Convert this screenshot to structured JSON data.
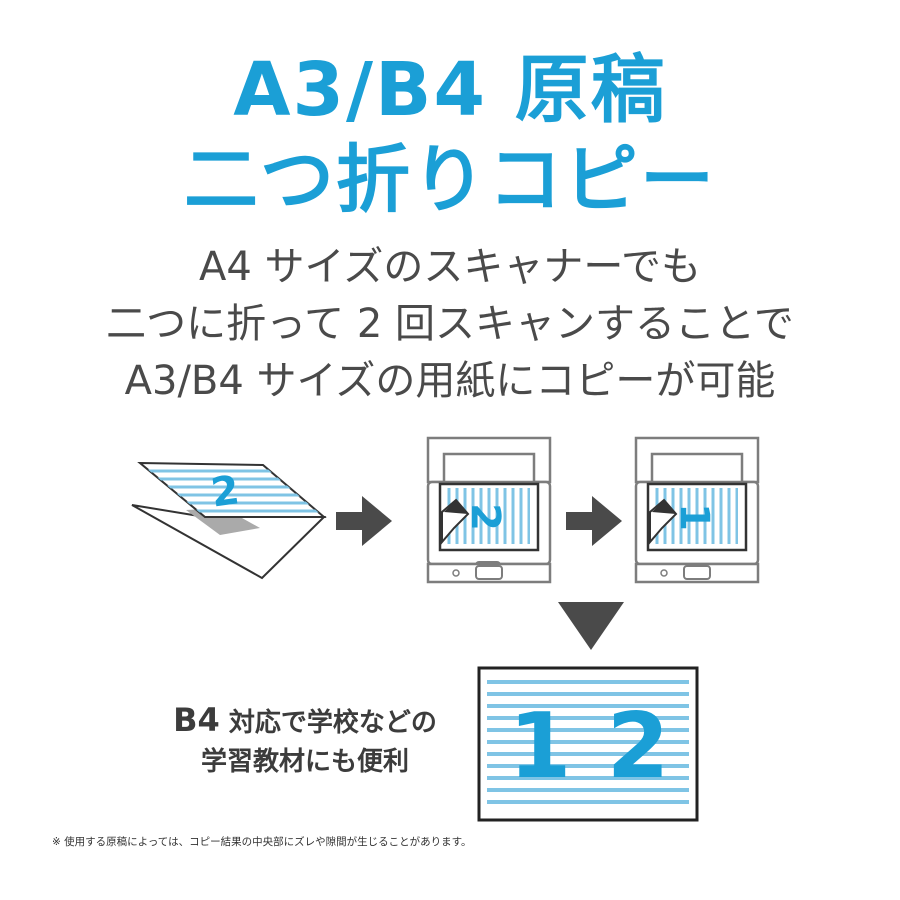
{
  "title": {
    "line1": "A3/B4 原稿",
    "line2": "二つ折りコピー"
  },
  "subtitle": {
    "line1": "A4 サイズのスキャナーでも",
    "line2": "二つに折って 2 回スキャンすることで",
    "line3": "A3/B4 サイズの用紙にコピーが可能"
  },
  "diagram": {
    "folded_page_number": "2",
    "scan1_number": "2",
    "scan2_number": "1",
    "result_numbers": [
      "1",
      "2"
    ]
  },
  "note": {
    "prefix": "B4",
    "line1_rest": " 対応で学校などの",
    "line2": "学習教材にも便利"
  },
  "footnote": "※ 使用する原稿によっては、コピー結果の中央部にズレや隙間が生じることがあります。",
  "colors": {
    "accent_blue": "#1b9fd6",
    "text_gray": "#4a4a4a",
    "arrow_dark": "#4a4a4a",
    "printer_gray": "#777777"
  }
}
